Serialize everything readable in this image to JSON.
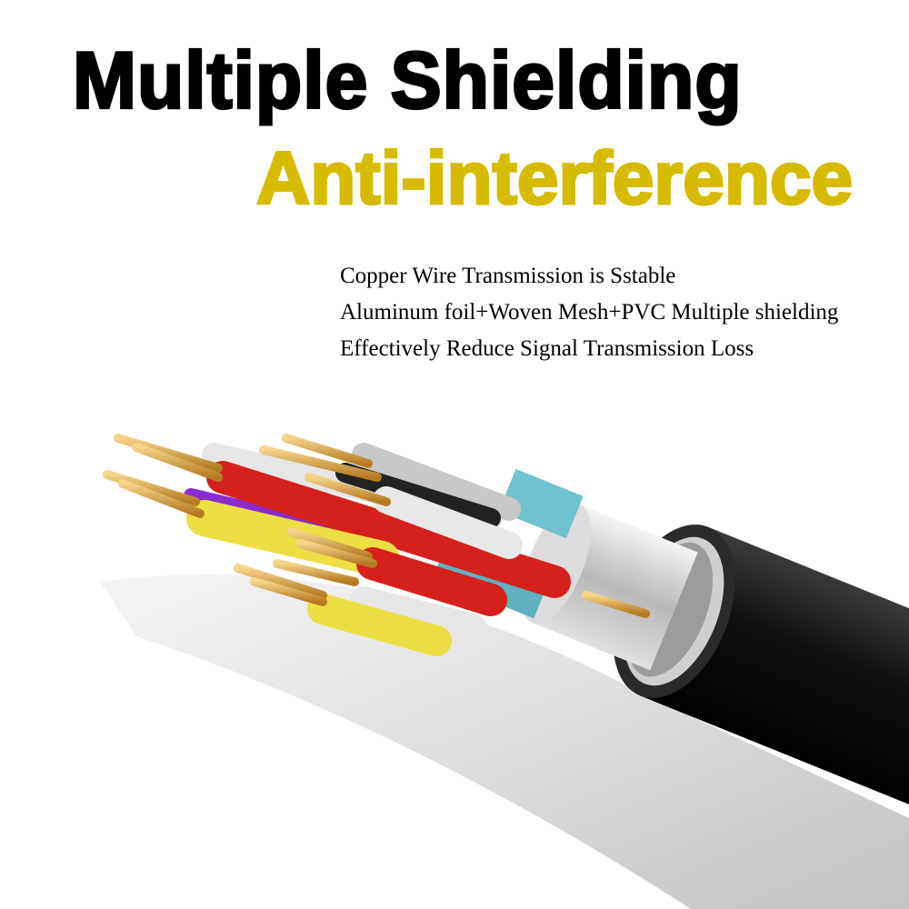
{
  "headline": "Multiple Shielding",
  "subheadline": "Anti-interference",
  "features": [
    "Copper Wire Transmission is Sstable",
    "Aluminum foil+Woven Mesh+PVC Multiple shielding",
    "Effectively Reduce Signal Transmission Loss"
  ],
  "colors": {
    "headline": "#000000",
    "subheadline": "#d6bb00",
    "jacket": "#1a1a1a",
    "copper": "#d9a441"
  }
}
